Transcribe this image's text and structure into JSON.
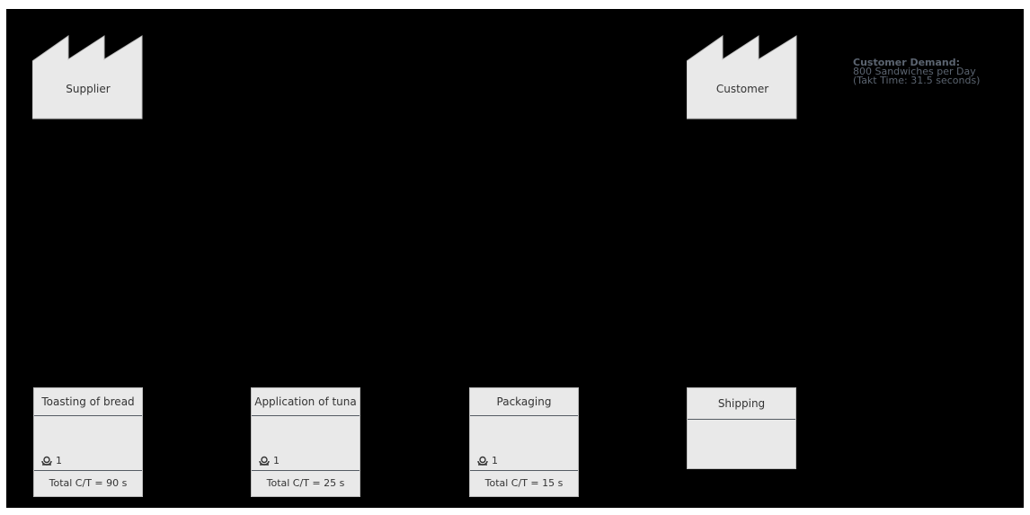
{
  "factories": {
    "supplier": {
      "label": "Supplier",
      "icon": "factory-icon"
    },
    "customer": {
      "label": "Customer",
      "icon": "factory-icon"
    }
  },
  "customer_demand": {
    "title": "Customer Demand:",
    "line1": "800 Sandwiches per Day",
    "line2": "(Takt Time: 31.5 seconds)"
  },
  "processes": [
    {
      "title": "Toasting of bread",
      "operators": "1",
      "cycle_time": "Total C/T = 90 s"
    },
    {
      "title": "Application of tuna",
      "operators": "1",
      "cycle_time": "Total C/T = 25 s"
    },
    {
      "title": "Packaging",
      "operators": "1",
      "cycle_time": "Total C/T = 15 s"
    },
    {
      "title": "Shipping"
    }
  ],
  "colors": {
    "background": "#000000",
    "box_fill": "#e9e9e9",
    "box_text": "#333333",
    "demand_text": "#5b6470"
  }
}
